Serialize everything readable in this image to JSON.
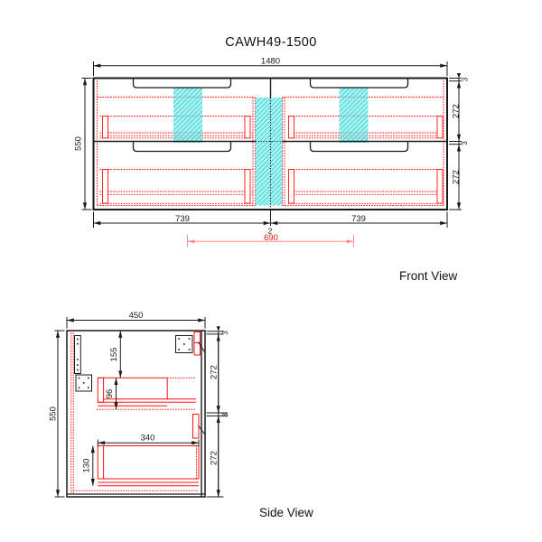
{
  "title": "CAWH49-1500",
  "front_view": {
    "label": "Front View",
    "dim_width": "1480",
    "dim_height": "550",
    "dim_left_half": "739",
    "dim_right_half": "739",
    "dim_center_gap": "2",
    "dim_span_red": "690",
    "dim_top_gap": "3",
    "dim_drawer_top": "272",
    "dim_mid_gap": "3",
    "dim_drawer_bottom": "272"
  },
  "side_view": {
    "label": "Side View",
    "dim_depth": "450",
    "dim_height": "550",
    "dim_top_clearance": "155",
    "dim_runner_height": "96",
    "dim_drawer_length": "340",
    "dim_box_height": "130",
    "dim_front_gap_top": "3",
    "dim_front_top": "272",
    "dim_front_gap_mid": "3",
    "dim_front_bottom": "272"
  },
  "colors": {
    "line": "#1a1a1a",
    "red": "#ff1010",
    "red_dim": "#ff8c8c",
    "red_text": "#e01010",
    "cyan_fill": "#7feaea",
    "cyan_stroke": "#00c4c4"
  }
}
